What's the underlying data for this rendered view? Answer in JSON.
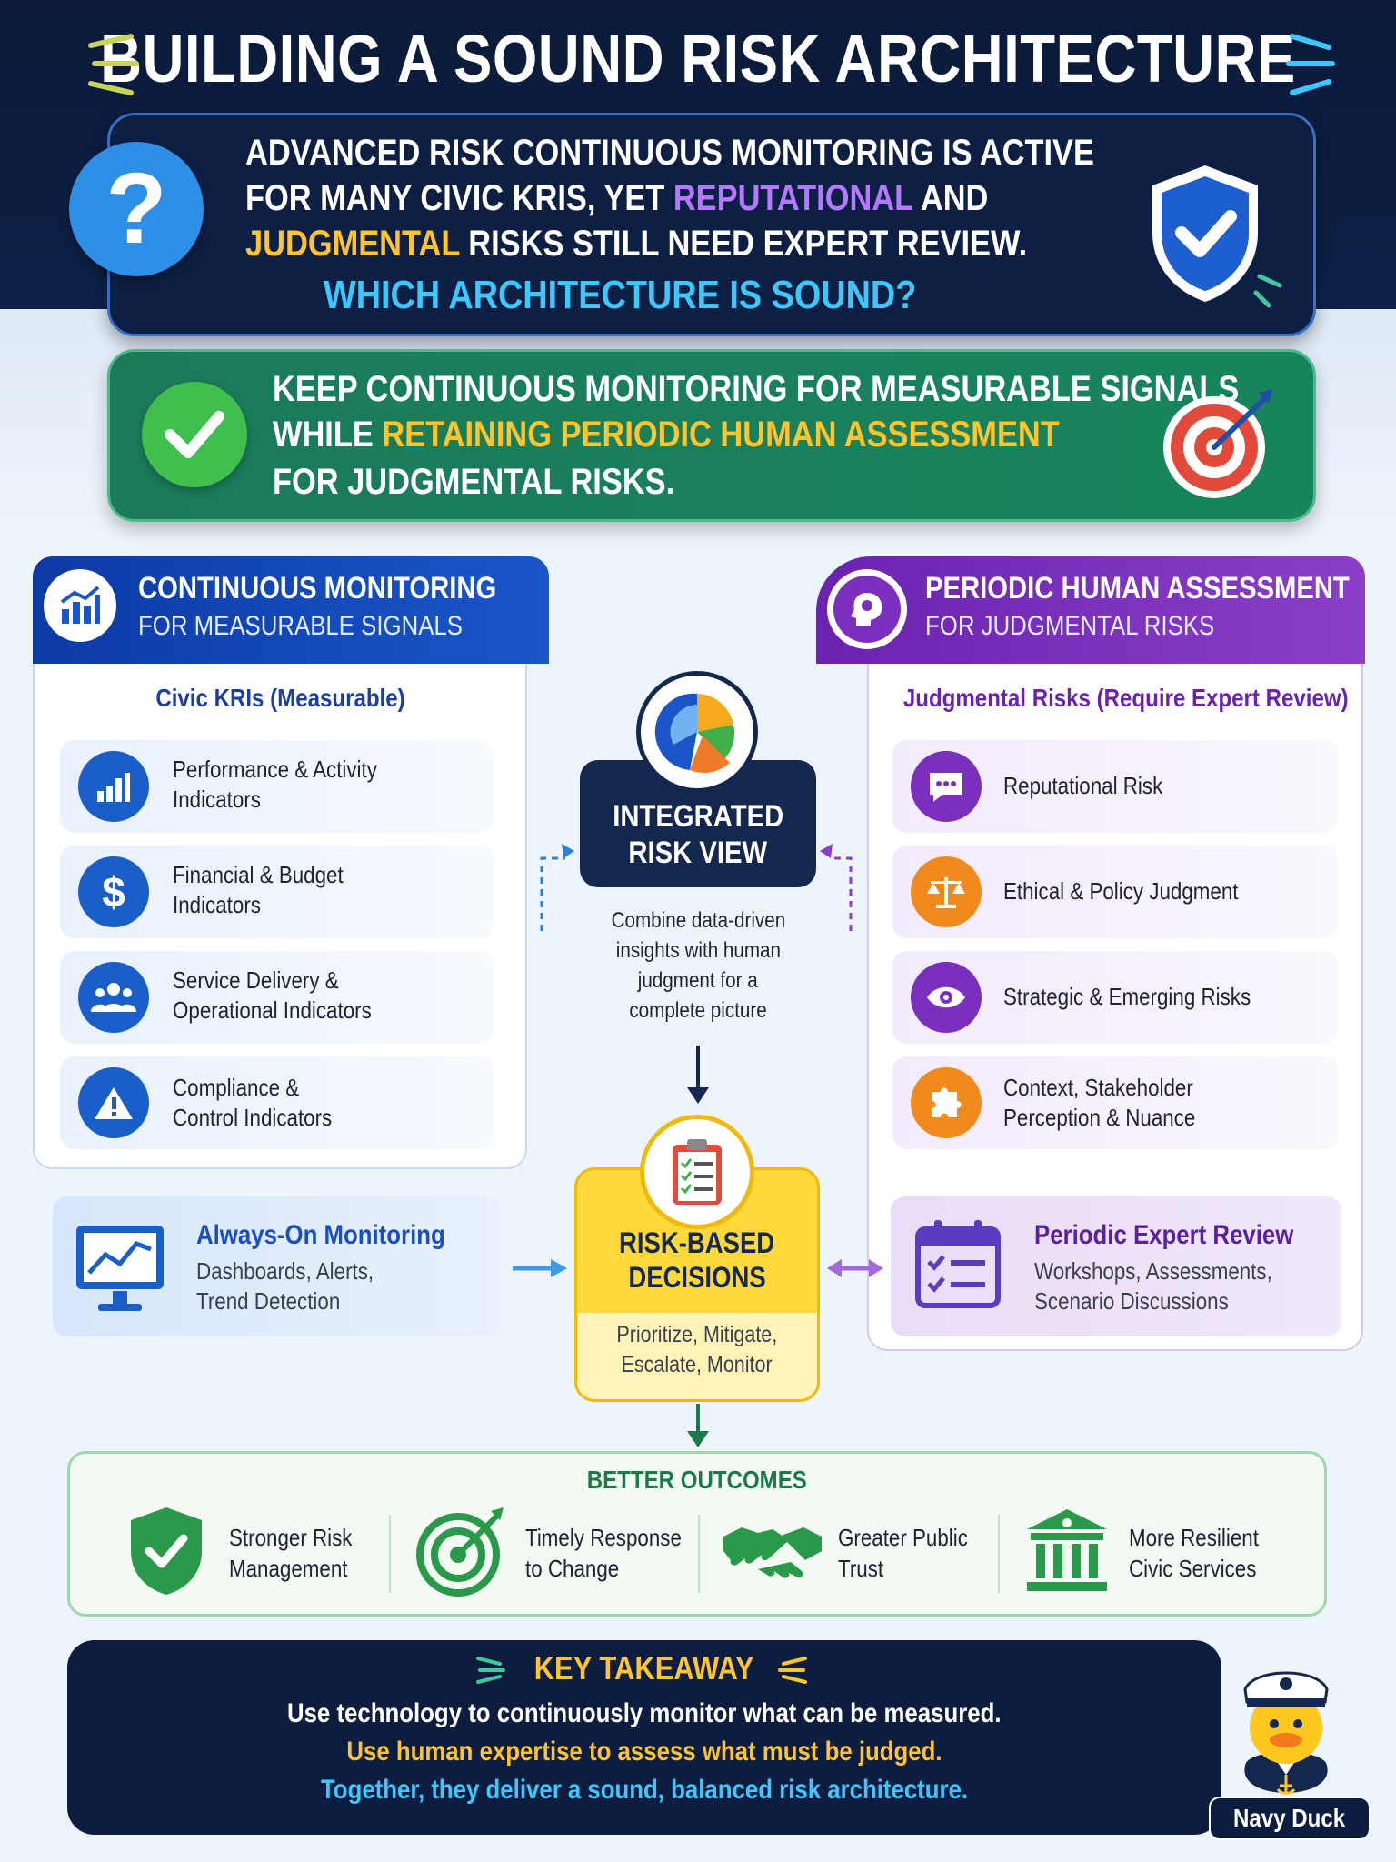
{
  "title": "BUILDING A SOUND RISK ARCHITECTURE",
  "question": {
    "line1": "ADVANCED RISK CONTINUOUS MONITORING IS ACTIVE",
    "line2_a": "FOR MANY CIVIC KRIS, YET ",
    "line2_b": "REPUTATIONAL",
    "line2_c": " AND",
    "line3_a": "JUDGMENTAL",
    "line3_b": " RISKS STILL NEED EXPERT REVIEW.",
    "line4": "WHICH ARCHITECTURE IS SOUND?",
    "icon": "question-mark"
  },
  "answer": {
    "line1": "KEEP CONTINUOUS MONITORING FOR MEASURABLE SIGNALS",
    "line2_a": "WHILE ",
    "line2_b": "RETAINING PERIODIC HUMAN ASSESSMENT",
    "line3": "FOR JUDGMENTAL RISKS."
  },
  "left_panel": {
    "title": "CONTINUOUS MONITORING",
    "subtitle": "FOR MEASURABLE SIGNALS",
    "section": "Civic KRIs (Measurable)",
    "items": [
      {
        "l1": "Performance & Activity",
        "l2": "Indicators",
        "icon": "bar-chart"
      },
      {
        "l1": "Financial & Budget",
        "l2": "Indicators",
        "icon": "dollar"
      },
      {
        "l1": "Service Delivery &",
        "l2": "Operational Indicators",
        "icon": "people"
      },
      {
        "l1": "Compliance &",
        "l2": "Control Indicators",
        "icon": "warning"
      }
    ],
    "bottom_title": "Always-On Monitoring",
    "bottom_l1": "Dashboards, Alerts,",
    "bottom_l2": "Trend Detection"
  },
  "right_panel": {
    "title": "PERIODIC HUMAN ASSESSMENT",
    "subtitle": "FOR JUDGMENTAL RISKS",
    "section": "Judgmental Risks (Require Expert Review)",
    "items": [
      {
        "l1": "Reputational Risk",
        "l2": "",
        "icon": "chat"
      },
      {
        "l1": "Ethical & Policy Judgment",
        "l2": "",
        "icon": "scales"
      },
      {
        "l1": "Strategic & Emerging Risks",
        "l2": "",
        "icon": "eye"
      },
      {
        "l1": "Context, Stakeholder",
        "l2": "Perception & Nuance",
        "icon": "puzzle"
      }
    ],
    "bottom_title": "Periodic Expert Review",
    "bottom_l1": "Workshops, Assessments,",
    "bottom_l2": "Scenario Discussions"
  },
  "center": {
    "title_l1": "INTEGRATED",
    "title_l2": "RISK VIEW",
    "desc": [
      "Combine data-driven",
      "insights with human",
      "judgment for a",
      "complete picture"
    ],
    "decision_l1": "RISK-BASED",
    "decision_l2": "DECISIONS",
    "decision_sub1": "Prioritize, Mitigate,",
    "decision_sub2": "Escalate, Monitor"
  },
  "outcomes": {
    "title": "BETTER OUTCOMES",
    "items": [
      {
        "l1": "Stronger Risk",
        "l2": "Management",
        "icon": "shield-check"
      },
      {
        "l1": "Timely Response",
        "l2": "to Change",
        "icon": "target"
      },
      {
        "l1": "Greater Public",
        "l2": "Trust",
        "icon": "handshake"
      },
      {
        "l1": "More Resilient",
        "l2": "Civic Services",
        "icon": "building"
      }
    ]
  },
  "takeaway": {
    "title": "KEY TAKEAWAY",
    "line1": "Use technology to continuously monitor what can be measured.",
    "line2": "Use human expertise to assess what must be judged.",
    "line3": "Together, they deliver a sound, balanced risk architecture."
  },
  "mascot": {
    "label": "Navy Duck"
  },
  "colors": {
    "navy": "#0b1a3a",
    "blue": "#1a56c9",
    "purple": "#7a2fbf",
    "green": "#1c7a5a",
    "gold": "#ffc42e",
    "cyan": "#3cc8ff"
  }
}
